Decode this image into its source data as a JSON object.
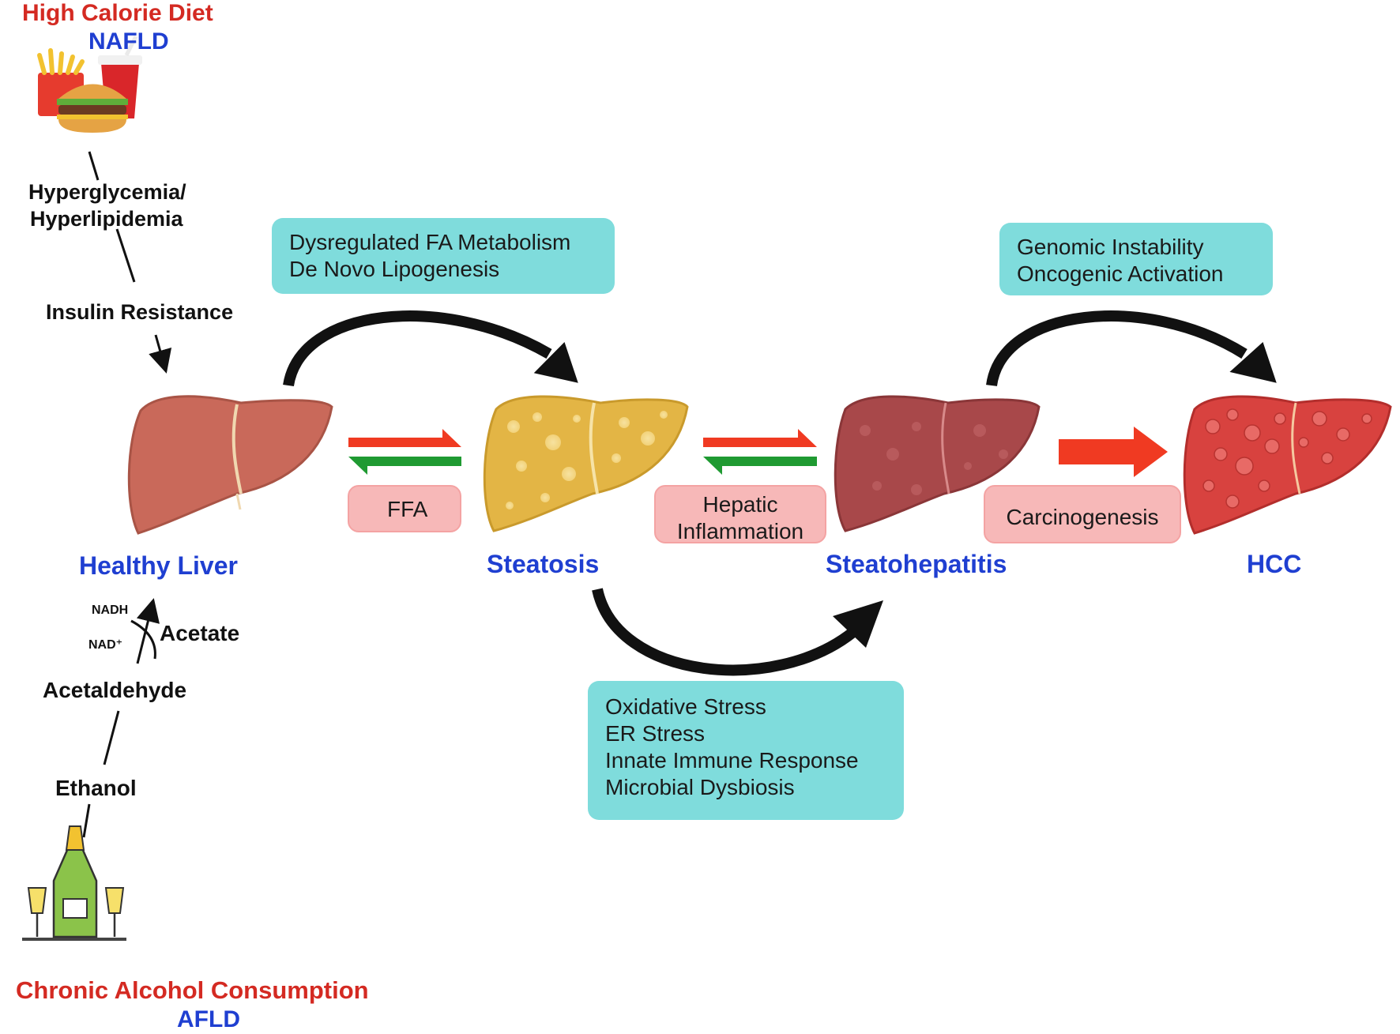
{
  "nafld": {
    "title": "High Calorie Diet",
    "subtitle": "NAFLD"
  },
  "afld": {
    "title": "Chronic Alcohol Consumption",
    "subtitle": "AFLD"
  },
  "metabolic": {
    "line1": "Hyperglycemia/",
    "line2": "Hyperlipidemia",
    "insulin": "Insulin Resistance"
  },
  "alcohol_path": {
    "nadh": "NADH",
    "nad": "NAD⁺",
    "acetate": "Acetate",
    "acetaldehyde": "Acetaldehyde",
    "ethanol": "Ethanol"
  },
  "stages": [
    "Healthy Liver",
    "Steatosis",
    "Steatohepatitis",
    "HCC"
  ],
  "boxes": {
    "fa_metabolism": [
      "Dysregulated FA Metabolism",
      "De Novo Lipogenesis"
    ],
    "genomic": [
      "Genomic Instability",
      "Oncogenic Activation"
    ],
    "stress": [
      "Oxidative Stress",
      "ER Stress",
      "Innate Immune Response",
      "Microbial Dysbiosis"
    ],
    "ffa": "FFA",
    "hepatic": [
      "Hepatic",
      "Inflammation"
    ],
    "carcinogenesis": "Carcinogenesis"
  },
  "colors": {
    "teal_box": "#7fdcdc",
    "pink_box": "#f7b8b8",
    "arrow_red": "#f03a22",
    "arrow_green": "#1f9a32",
    "liver_healthy": "#c9695a",
    "liver_steatosis": "#e3b545",
    "liver_steatohepatitis": "#a8484a",
    "liver_hcc": "#d8423f",
    "label_blue": "#1f3fd1",
    "label_red": "#d42a22"
  }
}
